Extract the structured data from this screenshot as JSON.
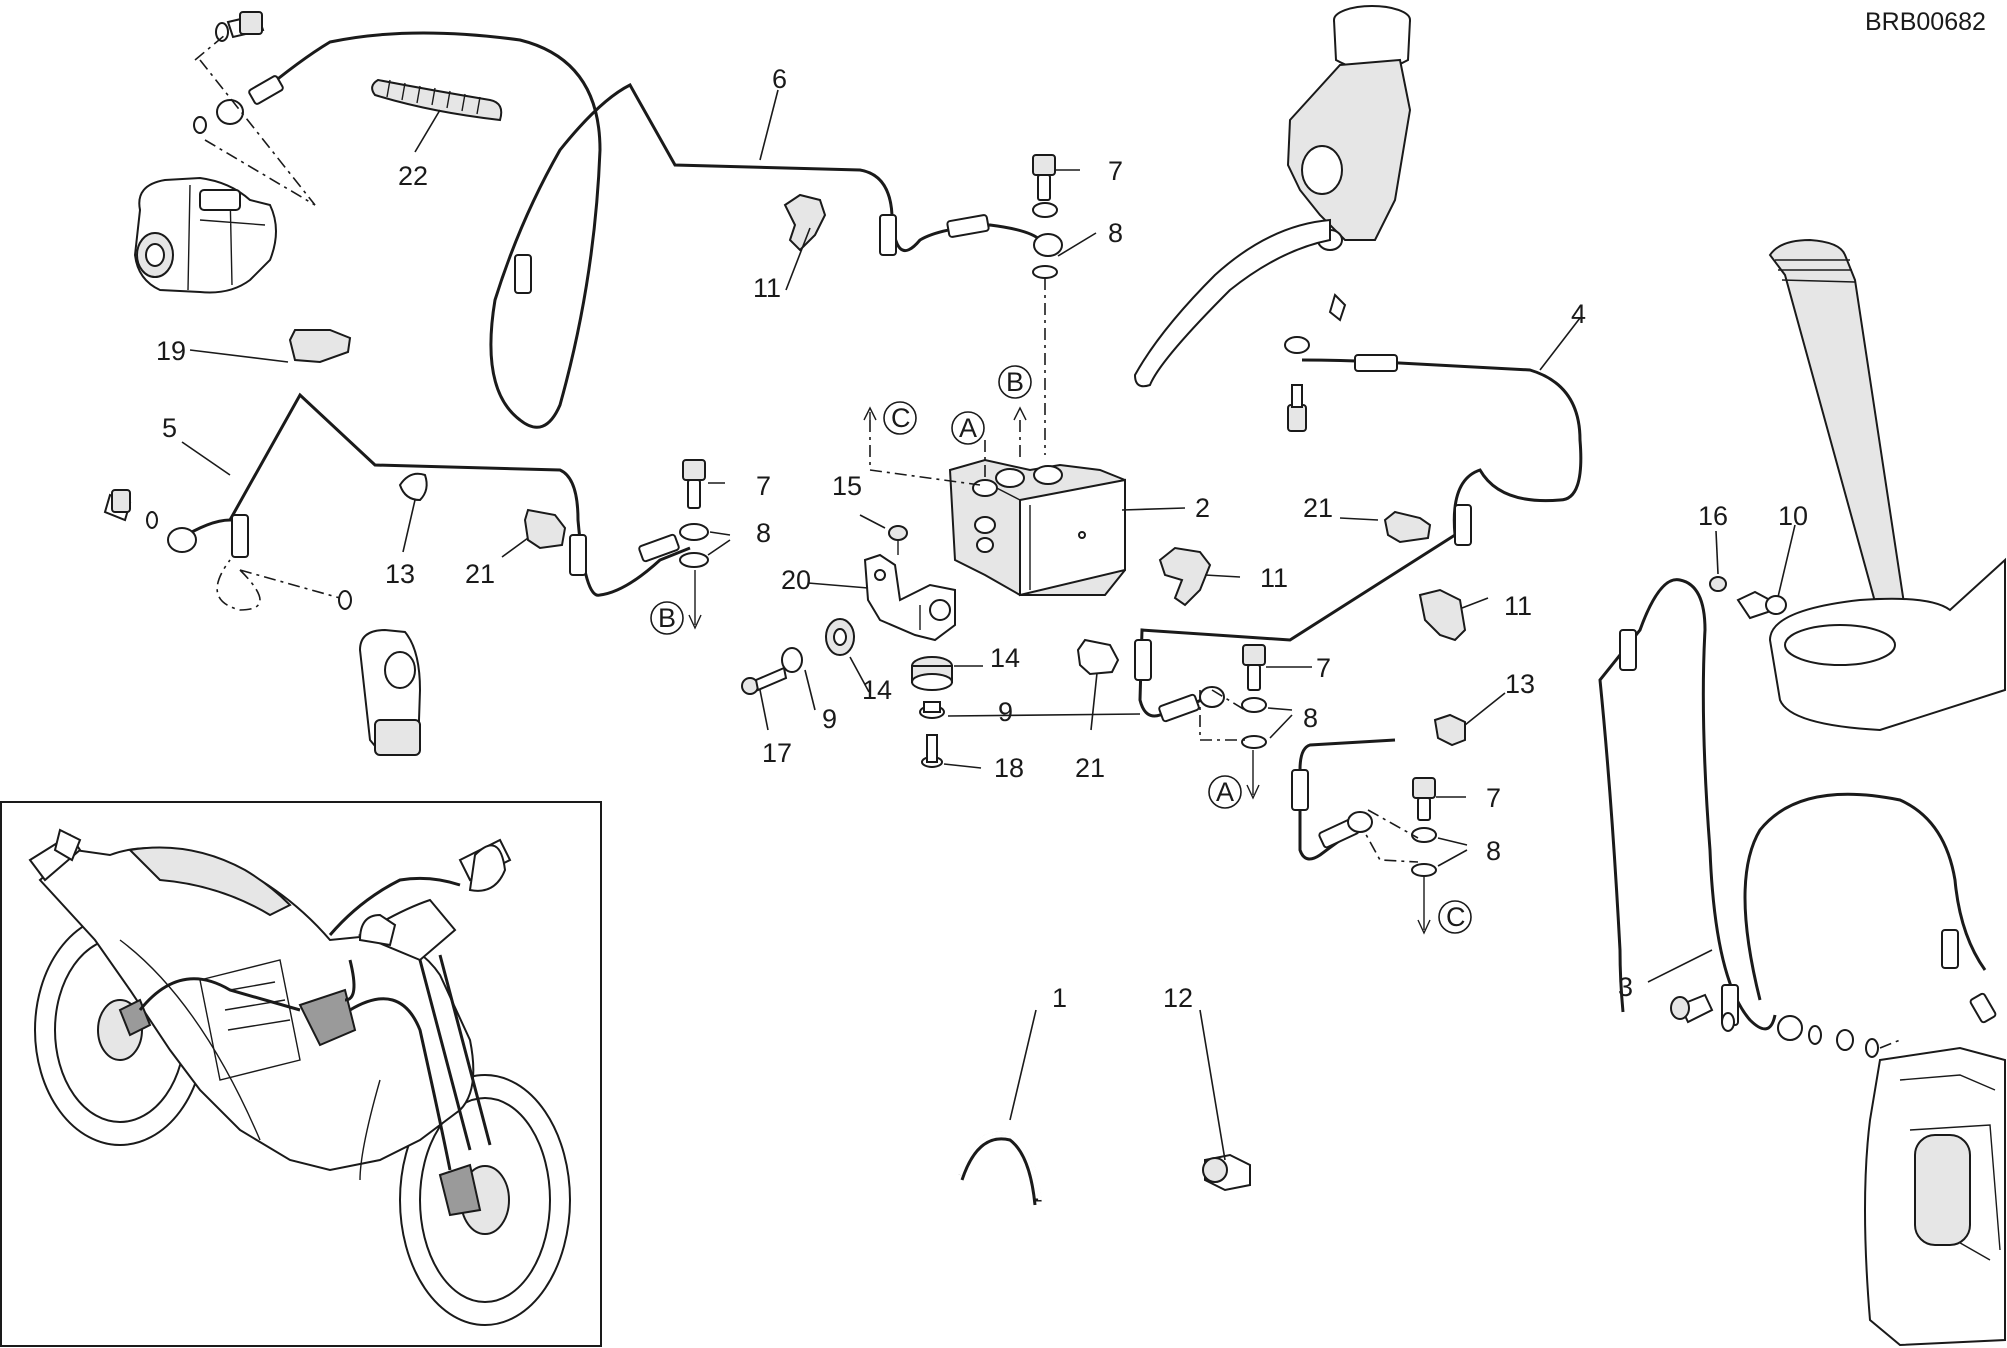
{
  "drawing_code": "BRB00682",
  "callouts": [
    "1",
    "2",
    "3",
    "4",
    "5",
    "6",
    "7",
    "7",
    "7",
    "7",
    "8",
    "8",
    "8",
    "8",
    "9",
    "9",
    "10",
    "11",
    "11",
    "11",
    "12",
    "13",
    "13",
    "14",
    "14",
    "15",
    "16",
    "17",
    "18",
    "19",
    "20",
    "21",
    "21",
    "21",
    "22"
  ],
  "port_labels": [
    "A",
    "B",
    "C",
    "A",
    "B",
    "C"
  ]
}
